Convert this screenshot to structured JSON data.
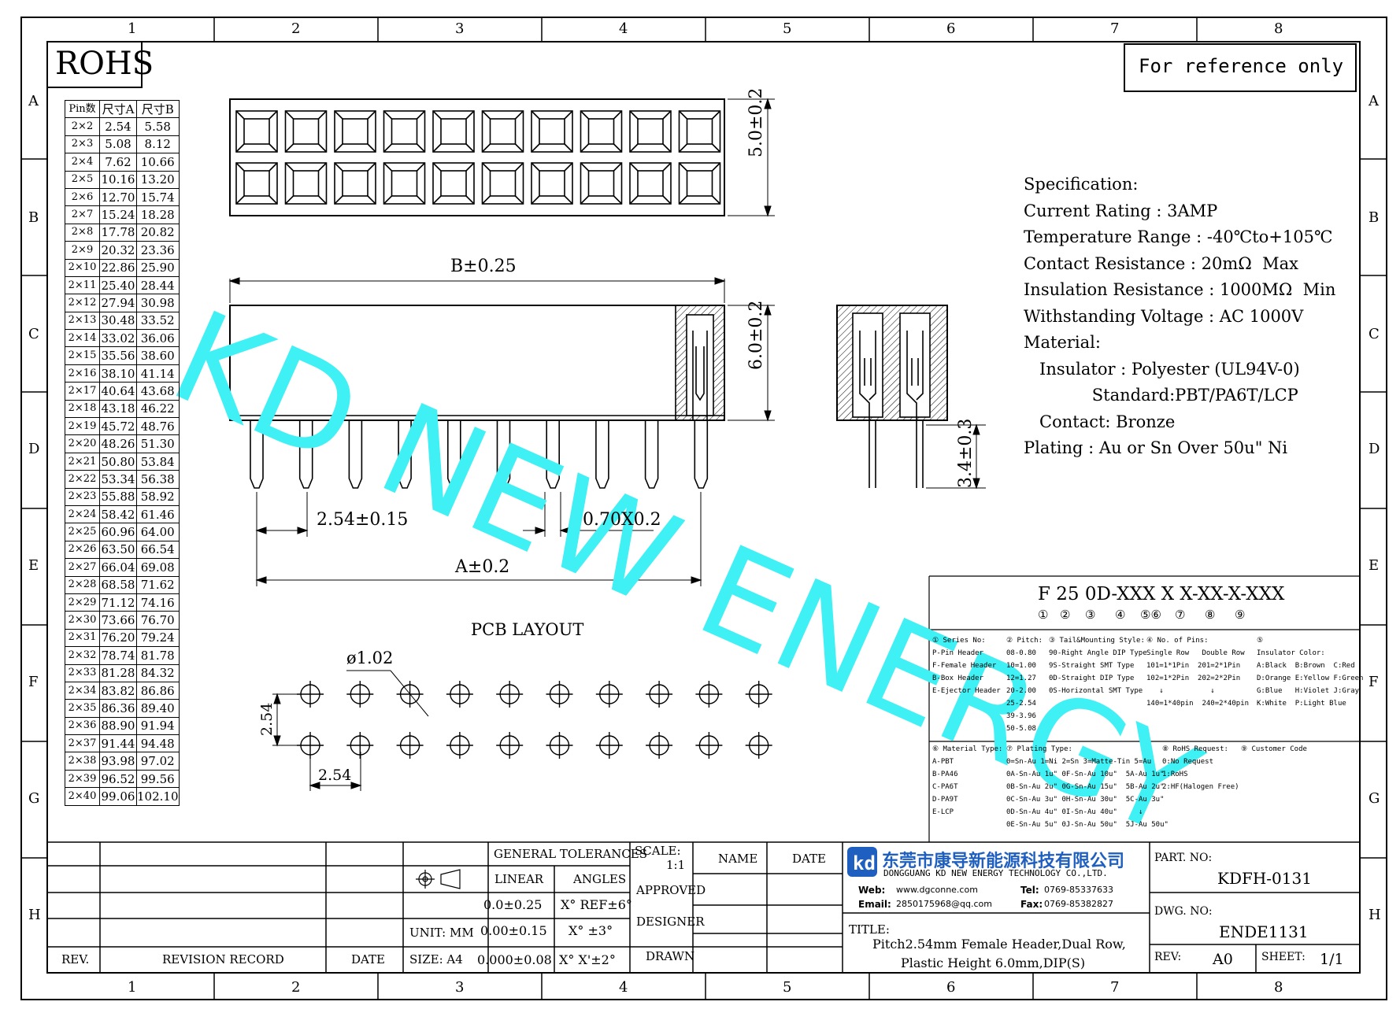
{
  "rohs_label": "ROHS",
  "reference_note": "For reference only",
  "frame": {
    "columns": [
      "1",
      "2",
      "3",
      "4",
      "5",
      "6",
      "7",
      "8"
    ],
    "rows": [
      "A",
      "B",
      "C",
      "D",
      "E",
      "F",
      "G",
      "H"
    ]
  },
  "pin_table": {
    "headers": [
      "Pin数",
      "尺寸A",
      "尺寸B"
    ],
    "rows": [
      [
        "2×2",
        "2.54",
        "5.58"
      ],
      [
        "2×3",
        "5.08",
        "8.12"
      ],
      [
        "2×4",
        "7.62",
        "10.66"
      ],
      [
        "2×5",
        "10.16",
        "13.20"
      ],
      [
        "2×6",
        "12.70",
        "15.74"
      ],
      [
        "2×7",
        "15.24",
        "18.28"
      ],
      [
        "2×8",
        "17.78",
        "20.82"
      ],
      [
        "2×9",
        "20.32",
        "23.36"
      ],
      [
        "2×10",
        "22.86",
        "25.90"
      ],
      [
        "2×11",
        "25.40",
        "28.44"
      ],
      [
        "2×12",
        "27.94",
        "30.98"
      ],
      [
        "2×13",
        "30.48",
        "33.52"
      ],
      [
        "2×14",
        "33.02",
        "36.06"
      ],
      [
        "2×15",
        "35.56",
        "38.60"
      ],
      [
        "2×16",
        "38.10",
        "41.14"
      ],
      [
        "2×17",
        "40.64",
        "43.68"
      ],
      [
        "2×18",
        "43.18",
        "46.22"
      ],
      [
        "2×19",
        "45.72",
        "48.76"
      ],
      [
        "2×20",
        "48.26",
        "51.30"
      ],
      [
        "2×21",
        "50.80",
        "53.84"
      ],
      [
        "2×22",
        "53.34",
        "56.38"
      ],
      [
        "2×23",
        "55.88",
        "58.92"
      ],
      [
        "2×24",
        "58.42",
        "61.46"
      ],
      [
        "2×25",
        "60.96",
        "64.00"
      ],
      [
        "2×26",
        "63.50",
        "66.54"
      ],
      [
        "2×27",
        "66.04",
        "69.08"
      ],
      [
        "2×28",
        "68.58",
        "71.62"
      ],
      [
        "2×29",
        "71.12",
        "74.16"
      ],
      [
        "2×30",
        "73.66",
        "76.70"
      ],
      [
        "2×31",
        "76.20",
        "79.24"
      ],
      [
        "2×32",
        "78.74",
        "81.78"
      ],
      [
        "2×33",
        "81.28",
        "84.32"
      ],
      [
        "2×34",
        "83.82",
        "86.86"
      ],
      [
        "2×35",
        "86.36",
        "89.40"
      ],
      [
        "2×36",
        "88.90",
        "91.94"
      ],
      [
        "2×37",
        "91.44",
        "94.48"
      ],
      [
        "2×38",
        "93.98",
        "97.02"
      ],
      [
        "2×39",
        "96.52",
        "99.56"
      ],
      [
        "2×40",
        "99.06",
        "102.10"
      ]
    ]
  },
  "dimensions": {
    "top_height": "5.0±0.2",
    "b_width": "B±0.25",
    "body_height": "6.0±0.2",
    "pitch": "2.54±0.15",
    "pin_size": "0.70X0.2",
    "a_width": "A±0.2",
    "pin_length": "3.4±0.3"
  },
  "pcb_layout": {
    "title": "PCB LAYOUT",
    "hole_diameter": "ø1.02",
    "row_pitch": "2.54",
    "col_pitch": "2.54"
  },
  "specification": {
    "lines": [
      "Specification:",
      "Current Rating : 3AMP",
      "Temperature Range : -40℃to+105℃",
      "Contact Resistance : 20mΩ  Max",
      "Insulation Resistance : 1000MΩ  Min",
      "Withstanding Voltage : AC 1000V",
      "Material:",
      "   Insulator : Polyester (UL94V-0)",
      "             Standard:PBT/PA6T/LCP",
      "   Contact: Bronze",
      "Plating : Au or Sn Over 50u\" Ni"
    ]
  },
  "watermark": "KD NEW ENERGY",
  "part_number_code": {
    "code": "F 25 0D-XXX X X-XX-X-XXX",
    "markers": [
      "①",
      "②",
      "③",
      "④",
      "⑤⑥",
      "⑦",
      "⑧",
      "⑨"
    ],
    "series": [
      "① Series No:",
      "P-Pin Header",
      "F-Female Header",
      "B-Box Header",
      "E-Ejector Header"
    ],
    "pitch": [
      "② Pitch:",
      "08-0.80",
      "10=1.00",
      "12=1.27",
      "20-2.00",
      "25-2.54",
      "39-3.96",
      "50-5.08"
    ],
    "tail": [
      "③ Tail&Mounting Style:",
      "90-Right Angle DIP Type",
      "9S-Straight SMT Type",
      "0D-Straight DIP Type",
      "0S-Horizontal SMT Type"
    ],
    "pins": [
      "④ No. of Pins:",
      "Single Row   Double Row",
      "101=1*1Pin  201=2*1Pin",
      "102=1*2Pin  202=2*2Pin",
      "   ↓           ↓",
      "140=1*40pin  240=2*40pin"
    ],
    "color": [
      "⑤",
      "Insulator Color:",
      "A:Black  B:Brown  C:Red",
      "D:Orange E:Yellow F:Green",
      "G:Blue   H:Violet J:Gray",
      "K:White  P:Light Blue"
    ],
    "material": [
      "⑥ Material Type:",
      "A-PBT",
      "B-PA46",
      "C-PA6T",
      "D-PA9T",
      "E-LCP"
    ],
    "plating": [
      "⑦ Plating Type:",
      "0=Sn-Au 1=Ni 2=Sn 3=Matte-Tin 5=Au",
      "0A-Sn-Au 1u\" 0F-Sn-Au 10u\"  5A-Au 1u\"",
      "0B-Sn-Au 2u\" 0G-Sn-Au 15u\"  5B-Au 2u\"",
      "0C-Sn-Au 3u\" 0H-Sn-Au 30u\"  5C-Au 3u\"",
      "0D-Sn-Au 4u\" 0I-Sn-Au 40u\"     ↓",
      "0E-Sn-Au 5u\" 0J-Sn-Au 50u\"  5J-Au 50u\""
    ],
    "rohs": [
      "⑧ RoHS Request:",
      "0:No Request",
      "1:RoHS",
      "2:HF(Halogen Free)"
    ],
    "customer": [
      "⑨ Customer Code"
    ]
  },
  "title_block": {
    "general_tolerances": "GENERAL TOLERANCES",
    "linear": "LINEAR",
    "angles": "ANGLES",
    "tol_rows": [
      [
        "0.0±0.25",
        "X° REF±6°"
      ],
      [
        "0.00±0.15",
        "X° ±3°"
      ],
      [
        "0.000±0.08",
        "X° X'±2°"
      ]
    ],
    "unit": "UNIT: MM",
    "size": "SIZE: A4",
    "scale": "SCALE:",
    "scale_value": "1:1",
    "name": "NAME",
    "date": "DATE",
    "approved": "APPROVED",
    "designer": "DESIGNER",
    "drawn": "DRAWN",
    "rev": "REV.",
    "revision_record": "REVISION RECORD",
    "date2": "DATE",
    "company_cn": "东莞市康导新能源科技有限公司",
    "company_en": "DONGGUANG KD NEW ENERGY TECHNOLOGY CO.,LTD.",
    "web_label": "Web:",
    "web": "www.dgconne.com",
    "tel_label": "Tel:",
    "tel": "0769-85337633",
    "email_label": "Email:",
    "email": "2850175968@qq.com",
    "fax_label": "Fax:",
    "fax": "0769-85382827",
    "title_label": "TITLE:",
    "title_line1": "Pitch2.54mm Female Header,Dual Row,",
    "title_line2": "Plastic Height 6.0mm,DIP(S)",
    "part_no_label": "PART. NO:",
    "part_no": "KDFH-0131",
    "dwg_no_label": "DWG. NO:",
    "dwg_no": "ENDE1131",
    "rev_label": "REV:",
    "rev_value": "A0",
    "sheet_label": "SHEET:",
    "sheet_value": "1/1"
  }
}
